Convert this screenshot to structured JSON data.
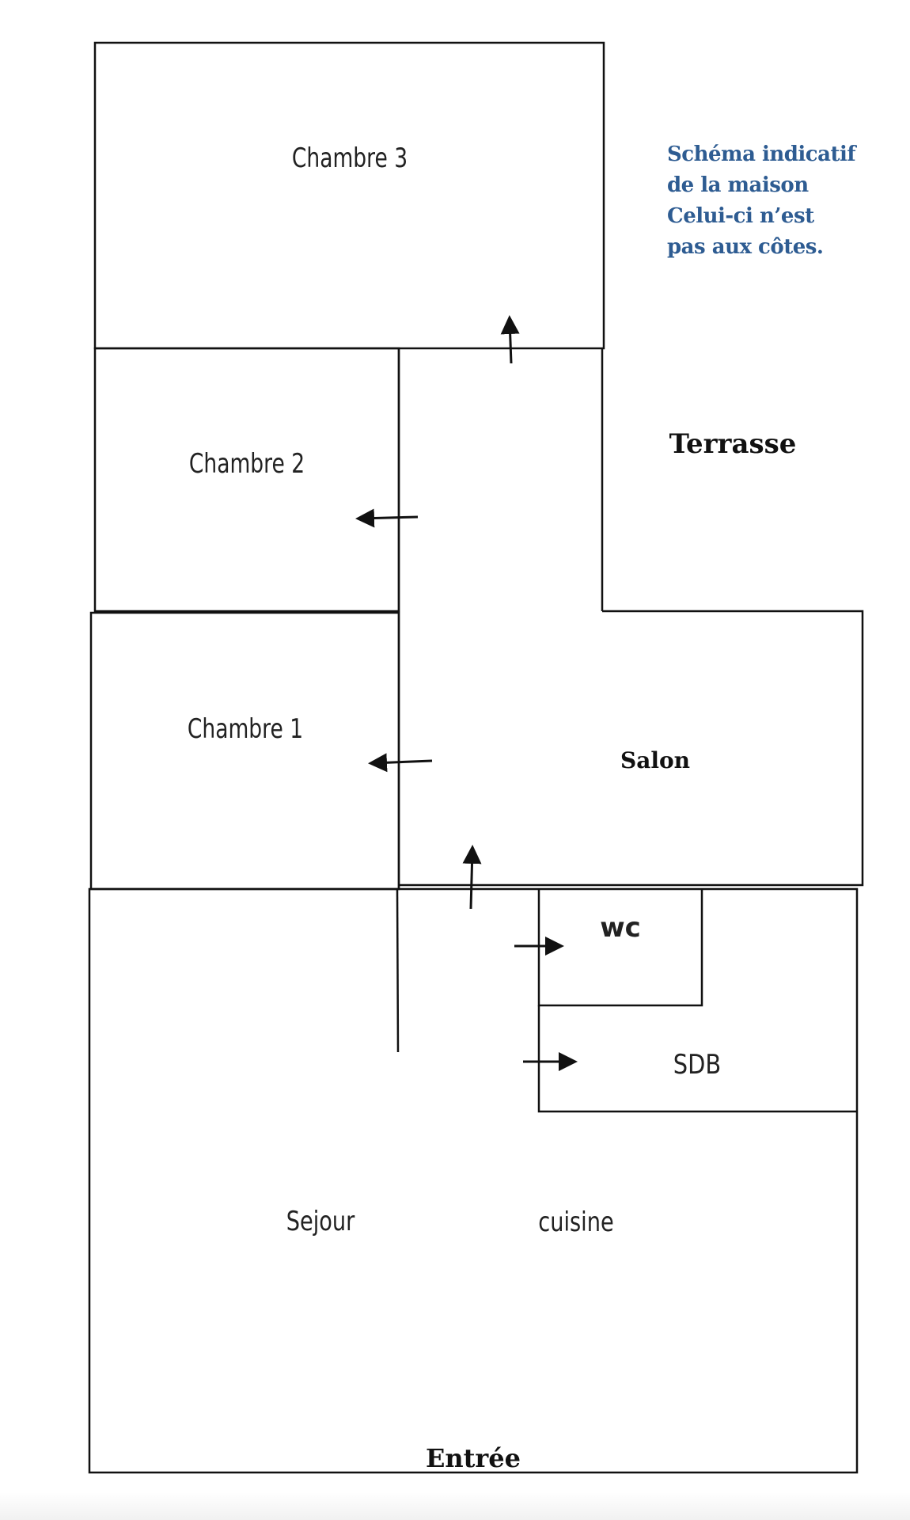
{
  "title": "Plan schématique de la maison",
  "note": [
    "Schéma indicatif",
    "de la maison",
    "Celui-ci n’est",
    "pas aux côtes."
  ],
  "rooms": {
    "chambre3": "Chambre 3",
    "chambre2": "Chambre 2",
    "chambre1": "Chambre 1",
    "terrasse": "Terrasse",
    "salon": "Salon",
    "wc": "wc",
    "sdb": "SDB",
    "sejour": "Sejour",
    "cuisine": "cuisine",
    "entree": "Entrée"
  },
  "colors": {
    "note": "#2e5c92",
    "walls": "#111111"
  }
}
